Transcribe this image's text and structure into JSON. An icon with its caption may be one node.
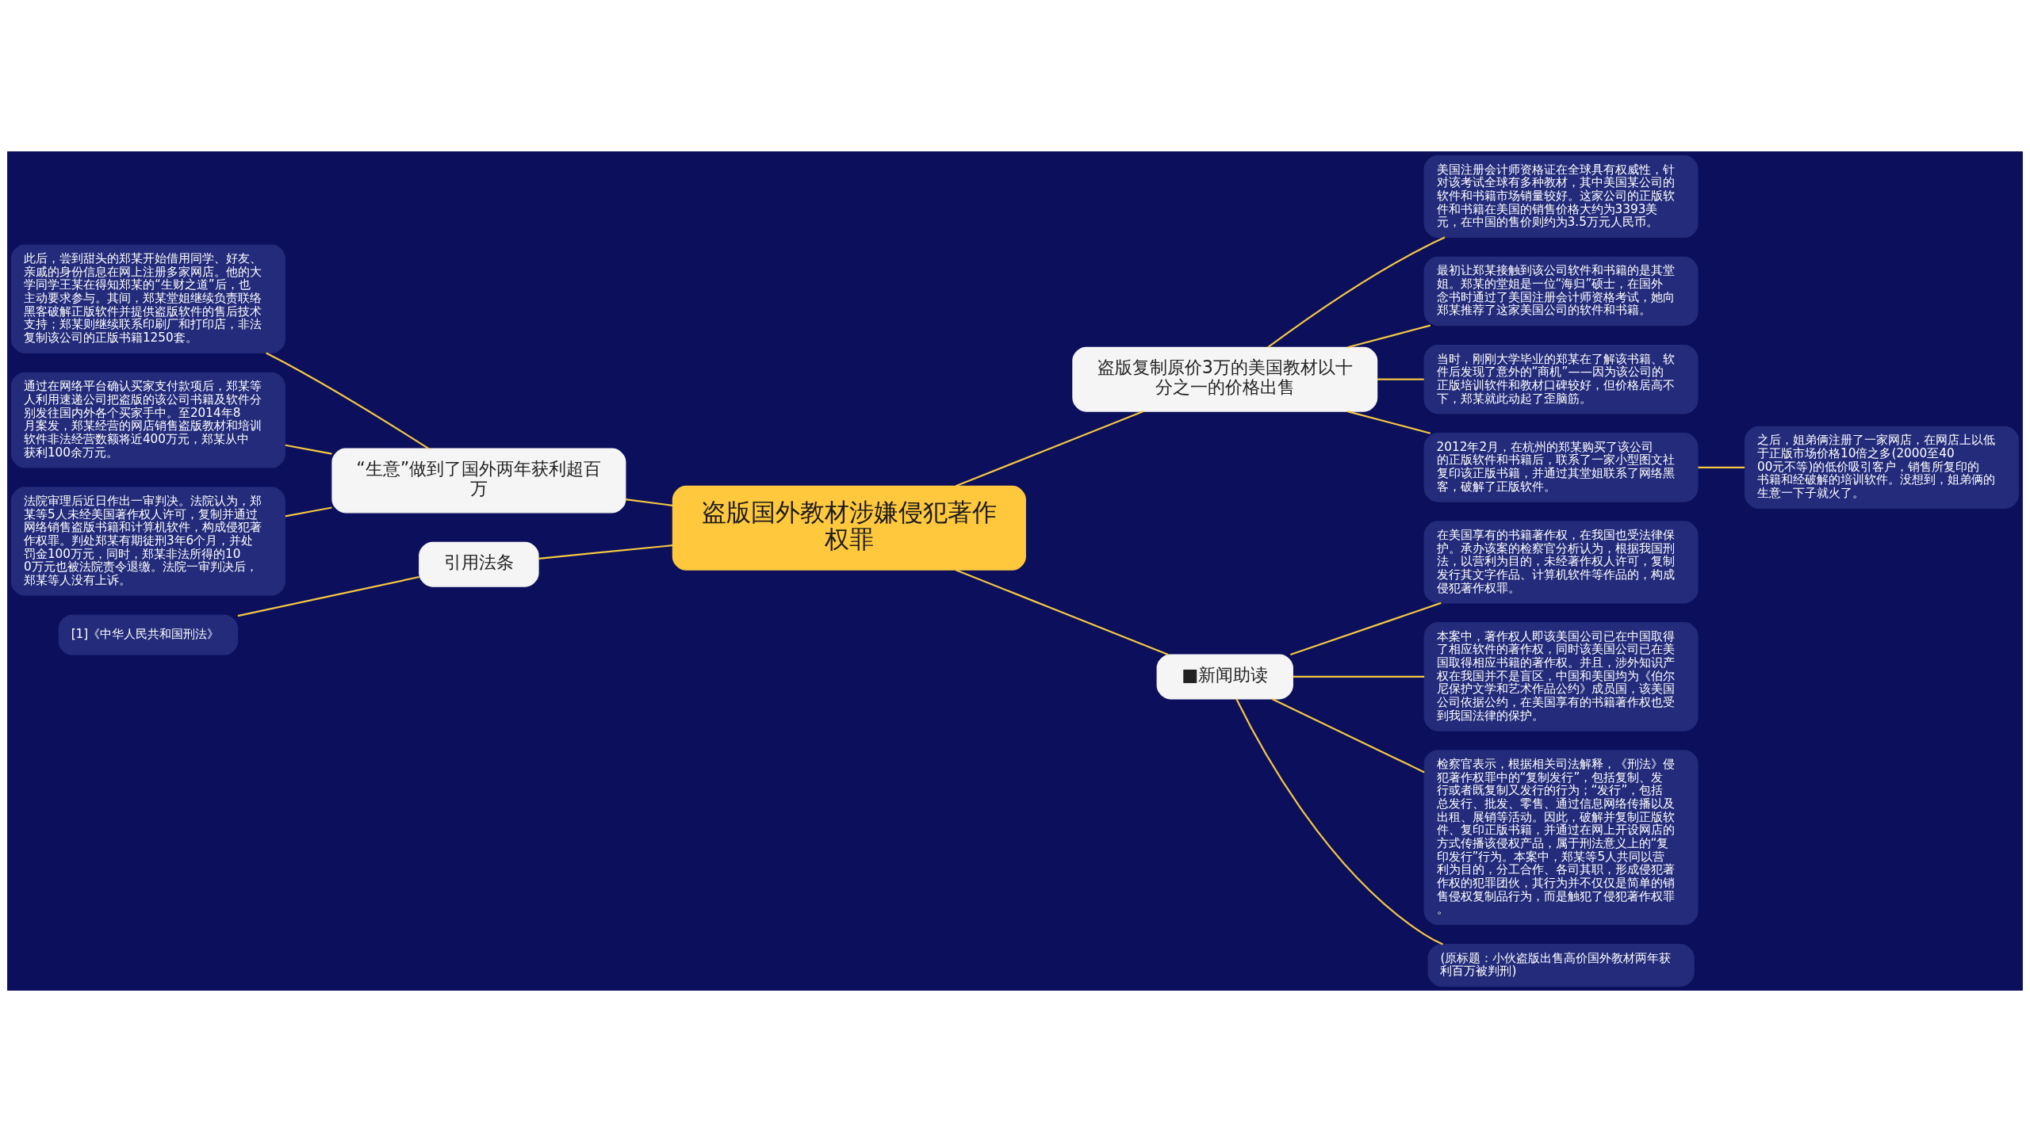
{
  "diagram": {
    "nodes": [
      {
        "text": [
          "盗版国外教材涉嫌侵犯著作权罪"
        ]
      },
      {
        "text": [
          "盗版复制原价3万的美国教材以十分之一的价格出售"
        ]
      },
      {
        "text": [
          "美国注册会计师资格证在全球具有权威性，针对该考试全球有多种教材，其中美国某公司的软件和书籍市场销量较好。这家公司的正版软件和书籍在美国的销售价格大约为3393美元，在中国的售价则约为3.5万元人民币。"
        ]
      },
      {
        "text": [
          "最初让郑某接触到该公司软件和书籍的是其堂姐。郑某的堂姐是一位“海归”硕士，在国外念书时通过了美国注册会计师资格考试，她向郑某推荐了这家美国公司的软件和书籍。"
        ]
      },
      {
        "text": [
          "当时，刚刚大学毕业的郑某在了解该书籍、软件后发现了意外的“商机”——因为该公司的正版培训软件和教材口碑较好，但价格居高不下，郑某就此动起了歪脑筋。"
        ]
      },
      {
        "text": [
          "2012年2月，在杭州的郑某购买了该公司的正版软件和书籍后，联系了一家小型图文社复印该正版书籍，并通过其堂姐联系了网络黑客，破解了正版软件。"
        ]
      },
      {
        "text": [
          "之后，姐弟俩注册了一家网店，在网店上以低于正版市场价格10倍之多(2000至4000元不等)的低价吸引客户，销售所复印的书籍和经破解的培训软件。没想到，姐弟俩的生意一下子就火了。"
        ]
      },
      {
        "text": [
          "■新闻助读"
        ]
      },
      {
        "text": [
          "在美国享有的书籍著作权，在我国也受法律保护。承办该案的检察官分析认为，根据我国刑法，以营利为目的，未经著作权人许可，复制发行其文字作品、计算机软件等作品的，构成侵犯著作权罪。"
        ]
      },
      {
        "text": [
          "本案中，著作权人即该美国公司已在中国取得了相应软件的著作权，同时该美国公司已在美国取得相应书籍的著作权。并且，涉外知识产权在我国并不是盲区，中国和美国均为《伯尔尼保护文学和艺术作品公约》成员国，该美国公司依据公约，在美国享有的书籍著作权也受到我国法律的保护。"
        ]
      },
      {
        "text": [
          "检察官表示，根据相关司法解释，《刑法》侵犯著作权罪中的“复制发行”，包括复制、发行或者既复制又发行的行为；“发行”，包括总发行、批发、零售、通过信息网络传播以及出租、展销等活动。因此，破解并复制正版软件、复印正版书籍，并通过在网上开设网店的方式传播该侵权产品，属于刑法意义上的“复印发行”行为。本案中，郑某等5人共同以营利为目的，分工合作、各司其职，形成侵犯著作权的犯罪团伙，其行为并不仅仅是简单的销售侵权复制品行为，而是触犯了侵犯著作权罪。"
        ]
      },
      {
        "text": [
          "(原标题：小伙盗版出售高价国外教材两年获利百万被判刑)"
        ]
      },
      {
        "text": [
          "“生意”做到了国外两年获利超百万"
        ]
      },
      {
        "text": [
          "此后，尝到甜头的郑某开始借用同学、好友、亲戚的身份信息在网上注册多家网店。他的大学同学王某在得知郑某的“生财之道”后，也主动要求参与。其间，郑某堂姐继续负责联络黑客破解正版软件并提供盗版软件的售后技术支持；郑某则继续联系印刷厂和打印店，非法复制该公司的正版书籍1250套。"
        ]
      },
      {
        "text": [
          "通过在网络平台确认买家支付款项后，郑某等人利用速递公司把盗版的该公司书籍及软件分别发往国内外各个买家手中。至2014年8月案发，郑某经营的网店销售盗版教材和培训软件非法经营数额将近400万元，郑某从中获利100余万元。"
        ]
      },
      {
        "text": [
          "法院审理后近日作出一审判决。法院认为，郑某等5人未经美国著作权人许可，复制并通过网络销售盗版书籍和计算机软件，构成侵犯著作权罪。判处郑某有期徒刑3年6个月，并处罚金100万元，同时，郑某非法所得的100万元也被法院责令退缴。法院一审判决后，郑某等人没有上诉。"
        ]
      },
      {
        "text": [
          "引用法条"
        ]
      },
      {
        "text": [
          "[1]《中华人民共和国刑法》"
        ]
      }
    ],
    "edges": [
      {
        "from": 0,
        "to": 1,
        "arrow": "none"
      },
      {
        "from": 1,
        "to": 2,
        "arrow": "none"
      },
      {
        "from": 1,
        "to": 3,
        "arrow": "none"
      },
      {
        "from": 1,
        "to": 4,
        "arrow": "none"
      },
      {
        "from": 1,
        "to": 5,
        "arrow": "none"
      },
      {
        "from": 5,
        "to": 6,
        "arrow": "none"
      },
      {
        "from": 0,
        "to": 7,
        "arrow": "none"
      },
      {
        "from": 7,
        "to": 8,
        "arrow": "none"
      },
      {
        "from": 7,
        "to": 9,
        "arrow": "none"
      },
      {
        "from": 7,
        "to": 10,
        "arrow": "none"
      },
      {
        "from": 7,
        "to": 11,
        "arrow": "none"
      },
      {
        "from": 12,
        "to": 0,
        "arrow": "none"
      },
      {
        "from": 13,
        "to": 12,
        "arrow": "none"
      },
      {
        "from": 14,
        "to": 12,
        "arrow": "none"
      },
      {
        "from": 15,
        "to": 12,
        "arrow": "none"
      },
      {
        "from": 16,
        "to": 0,
        "arrow": "none"
      },
      {
        "from": 17,
        "to": 16,
        "arrow": "none"
      }
    ]
  }
}
